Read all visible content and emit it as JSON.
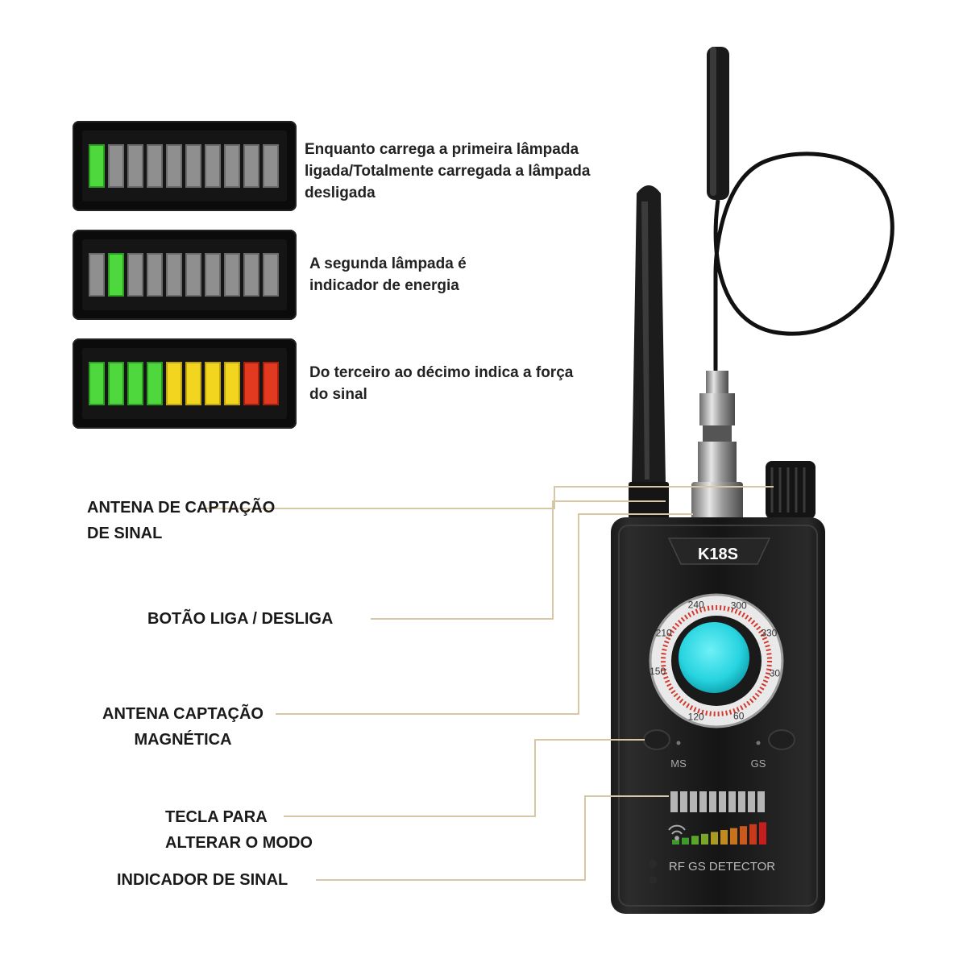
{
  "indicators": [
    {
      "text": "Enquanto carrega a primeira lâmpada ligada/Totalmente carregada a lâmpada desligada",
      "segments": [
        "green",
        "gray",
        "gray",
        "gray",
        "gray",
        "gray",
        "gray",
        "gray",
        "gray",
        "gray"
      ]
    },
    {
      "text": "A segunda lâmpada é indicador de energia",
      "segments": [
        "gray",
        "green",
        "gray",
        "gray",
        "gray",
        "gray",
        "gray",
        "gray",
        "gray",
        "gray"
      ]
    },
    {
      "text": "Do terceiro ao décimo indica a força do sinal",
      "segments": [
        "green",
        "green",
        "green",
        "green",
        "yellow",
        "yellow",
        "yellow",
        "yellow",
        "red",
        "red"
      ]
    }
  ],
  "callouts": {
    "antenna_rf": "ANTENA DE CAPTAÇÃO DE SINAL",
    "power_button": "BOTÃO LIGA / DESLIGA",
    "antenna_magnetic": "ANTENA CAPTAÇÃO MAGNÉTICA",
    "mode_key": "TECLA PARA ALTERAR O MODO",
    "signal_indicator": "INDICADOR DE SINAL"
  },
  "device": {
    "model": "K18S",
    "dial_marks": [
      "150",
      "210",
      "240",
      "300",
      "330",
      "30",
      "60",
      "120"
    ],
    "button_left": "MS",
    "button_right": "GS",
    "panel_label": "RF GS DETECTOR"
  },
  "colors": {
    "green": "#4fd83d",
    "yellow": "#f1d51f",
    "red": "#e23a20",
    "gray": "#8f8f8f",
    "lens": "#27d4e0",
    "leader_line": "#d8c7a4"
  }
}
